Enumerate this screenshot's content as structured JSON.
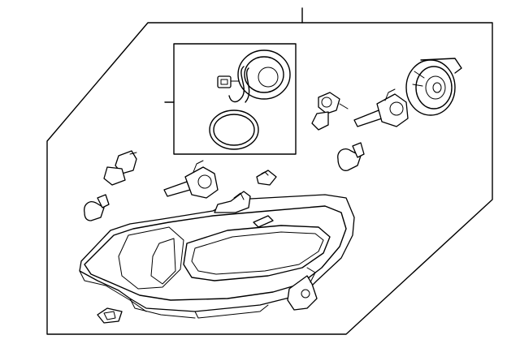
{
  "diagram": {
    "parts": [
      "headlight-assembly",
      "socket-wire-harness",
      "seal-ring",
      "bulb-h11-low",
      "bulb-h11-high",
      "bulb-9005",
      "bulb-wedge-left",
      "bulb-wedge-right",
      "bulb-socket-cap",
      "clip-upper",
      "clip-lower",
      "adjuster-bracket"
    ]
  }
}
